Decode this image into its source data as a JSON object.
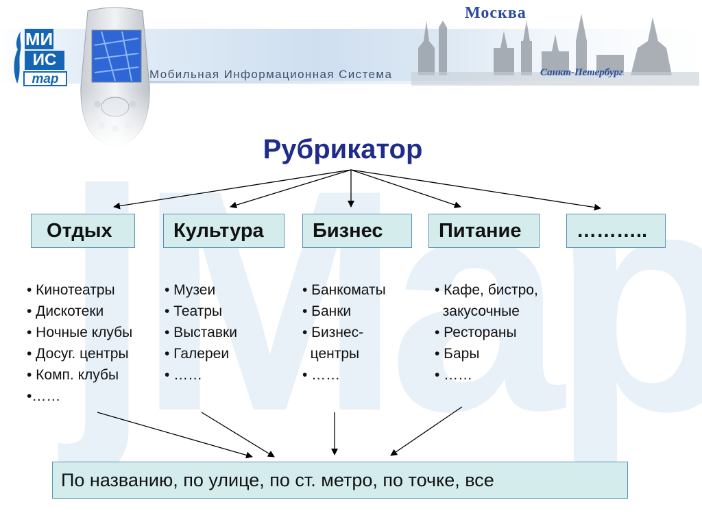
{
  "header": {
    "logo": {
      "line1": "МИ",
      "line2": "ИС",
      "line3": "map"
    },
    "subtitle": [
      "Мобильная ",
      "Информационная ",
      "Система"
    ],
    "city_top": "Москва",
    "city_bottom": "Санкт-Петербург"
  },
  "watermark": "jMap",
  "title": "Рубрикатор",
  "categories": [
    {
      "label": "Отдых",
      "items": [
        "• Кинотеатры",
        "• Дискотеки",
        "• Ночные клубы",
        "• Досуг. центры",
        "• Комп. клубы",
        "•……"
      ]
    },
    {
      "label": "Культура",
      "items": [
        "• Музеи",
        "• Театры",
        "• Выставки",
        "• Галереи",
        "• ……"
      ]
    },
    {
      "label": "Бизнес",
      "items": [
        "• Банкоматы",
        "• Банки",
        "• Бизнес-",
        "  центры",
        "• ……"
      ]
    },
    {
      "label": "Питание",
      "items": [
        "• Кафе, бистро,",
        "  закусочные",
        "• Рестораны",
        "• Бары",
        "• ……"
      ]
    },
    {
      "label": "……….."
    }
  ],
  "search_options": "По названию, по улице, по ст. метро, по точке, все",
  "colors": {
    "title": "#1f2c8c",
    "box_fill": "#d4ecec",
    "box_border": "#5a8fb8",
    "logo_blue": "#1565b4"
  }
}
